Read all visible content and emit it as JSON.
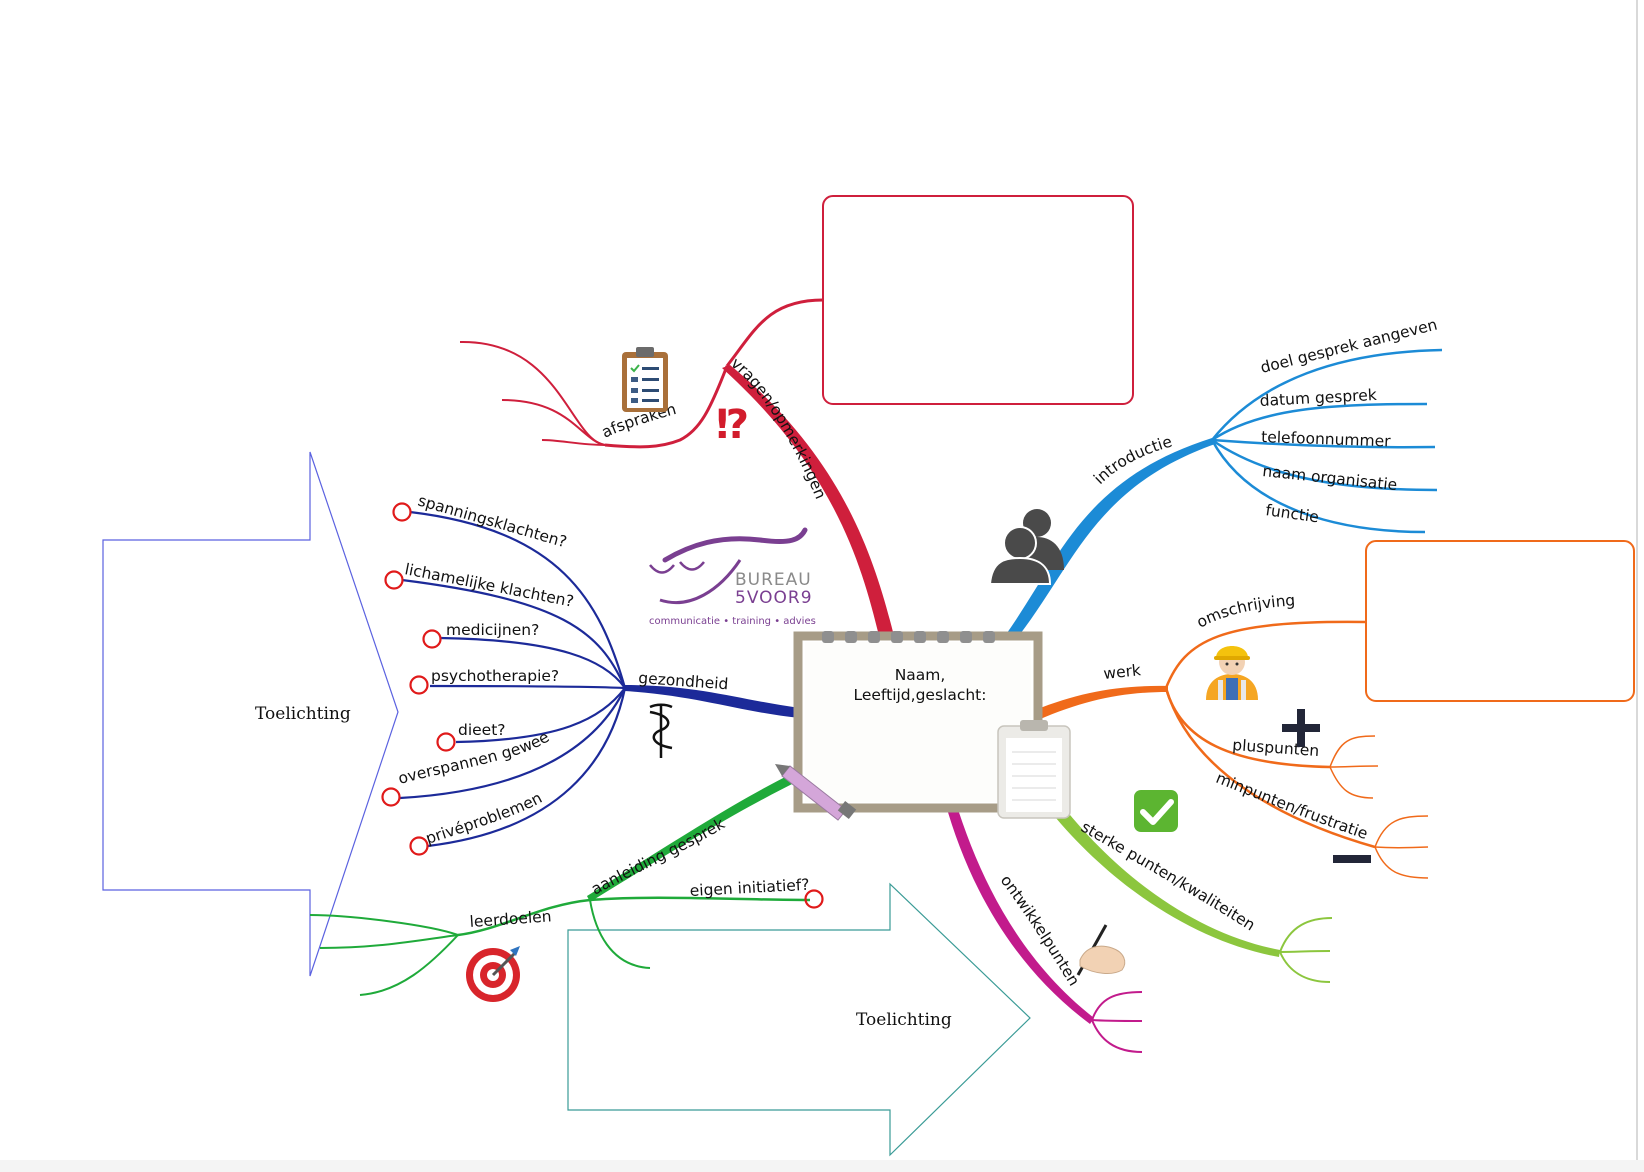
{
  "colors": {
    "vragen": "#cf1f3c",
    "introductie": "#1c8bd6",
    "werk": "#f06a1a",
    "sterke": "#8cc63e",
    "ontwikkel": "#c21b8c",
    "aanleiding": "#1faa3a",
    "gezondheid": "#1c2a99",
    "logo": "#7a3f91",
    "arrow_left": "#5b62e0",
    "arrow_bottom": "#3a9b96"
  },
  "center": {
    "line1": "Naam,",
    "line2": "Leeftijd,geslacht:"
  },
  "branches": {
    "vragen": "vragen/opmerkingen",
    "afspraken": "afspraken",
    "introductie": "introductie",
    "introductie_items": [
      "doel gesprek aangeven",
      "datum gesprek",
      "telefoonnummer",
      "naam organisatie",
      "functie"
    ],
    "werk": "werk",
    "werk_items": [
      "omschrijving",
      "pluspunten",
      "minpunten/frustraties"
    ],
    "sterke": "sterke punten/kwaliteiten",
    "ontwikkel": "ontwikkelpunten",
    "aanleiding": "aanleiding gesprek",
    "aanleiding_items": [
      "eigen initiatief?",
      "leerdoelen"
    ],
    "gezondheid": "gezondheid",
    "gezondheid_items": [
      "spanningsklachten?",
      "lichamelijke klachten?",
      "medicijnen?",
      "psychotherapie?",
      "dieet?",
      "overspannen geweest?",
      "privéproblemen?"
    ]
  },
  "callouts": {
    "left": "Toelichting",
    "bottom": "Toelichting"
  },
  "logo": {
    "line1": "BUREAU",
    "line2": "5VOOR9",
    "tagline": "communicatie • training • advies"
  },
  "icons": [
    "clipboard-checklist-icon",
    "exclamation-question-icon",
    "users-icon",
    "construction-worker-icon",
    "plus-icon",
    "minus-icon",
    "check-mark-icon",
    "writing-hand-icon",
    "target-icon",
    "caduceus-icon",
    "notepad-icon",
    "pencil-icon"
  ]
}
